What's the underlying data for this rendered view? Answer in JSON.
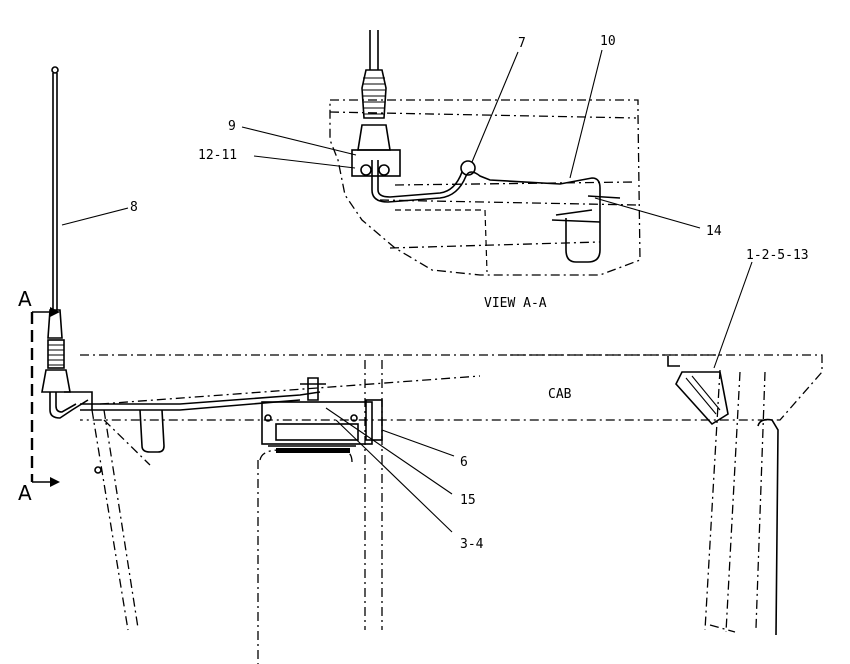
{
  "labels": {
    "antenna": "8",
    "view_cable_loop": "7",
    "view_cable": "10",
    "view_mount_base": "9",
    "view_bracket_fasteners": "12-11",
    "view_clip": "14",
    "connector": "1-2-5-13",
    "radio_side": "6",
    "radio_fastener": "15",
    "radio_mount": "3-4",
    "cab": "CAB",
    "view_title": "VIEW A-A",
    "section_top": "A",
    "section_bottom": "A"
  }
}
